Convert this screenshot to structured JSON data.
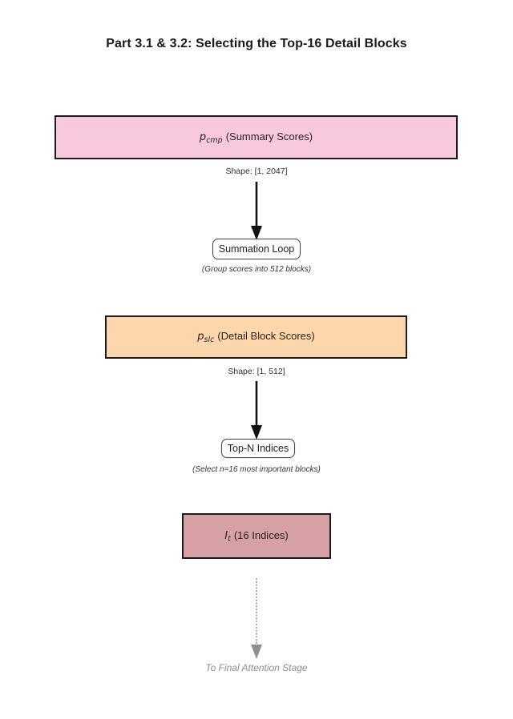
{
  "title": "Part 3.1 & 3.2: Selecting the Top-16 Detail Blocks",
  "nodes": {
    "pcmp": {
      "symbol": "p",
      "subscript": "cmp",
      "caption": "(Summary Scores)",
      "shape_label": "Shape: [1, 2047]",
      "fill": "#f8c9dc"
    },
    "summation_loop": {
      "label": "Summation Loop",
      "note": "(Group scores into 512 blocks)"
    },
    "pslc": {
      "symbol": "p",
      "subscript": "slc",
      "caption": "(Detail Block Scores)",
      "shape_label": "Shape: [1, 512]",
      "fill": "#fdd7ab"
    },
    "topn": {
      "label": "Top-N Indices",
      "note": "(Select n=16 most important blocks)"
    },
    "indices": {
      "symbol": "I",
      "subscript": "t",
      "caption": "(16 Indices)",
      "fill": "#d6a0a4"
    },
    "final": {
      "label": "To Final Attention Stage"
    }
  },
  "colors": {
    "background": "#ffffff",
    "block_border": "#1c1c1c",
    "arrow": "#111111",
    "muted_arrow": "#9c9c9c",
    "annotation_text": "#333333",
    "final_text": "#8e8e8e"
  }
}
